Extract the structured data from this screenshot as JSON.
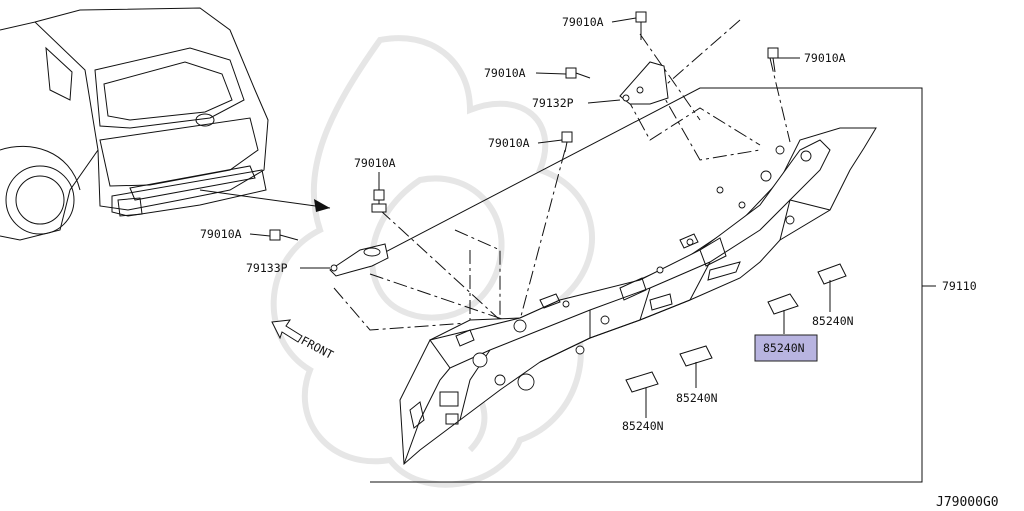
{
  "callouts": {
    "bolt_top": "79010A",
    "bolt_top_right": "79010A",
    "bolt_mid_left": "79010A",
    "bolt_center": "79010A",
    "bolt_left_upper": "79010A",
    "bolt_left_lower": "79010A",
    "bracket_right": "79132P",
    "bracket_left": "79133P",
    "panel": "79110",
    "clip_a": "85240N",
    "clip_b": "85240N",
    "clip_c": "85240N",
    "clip_d": "85240N"
  },
  "front_label": "FRONT",
  "diagram_code": "J79000G0",
  "highlight_color": "#b8b4e0"
}
